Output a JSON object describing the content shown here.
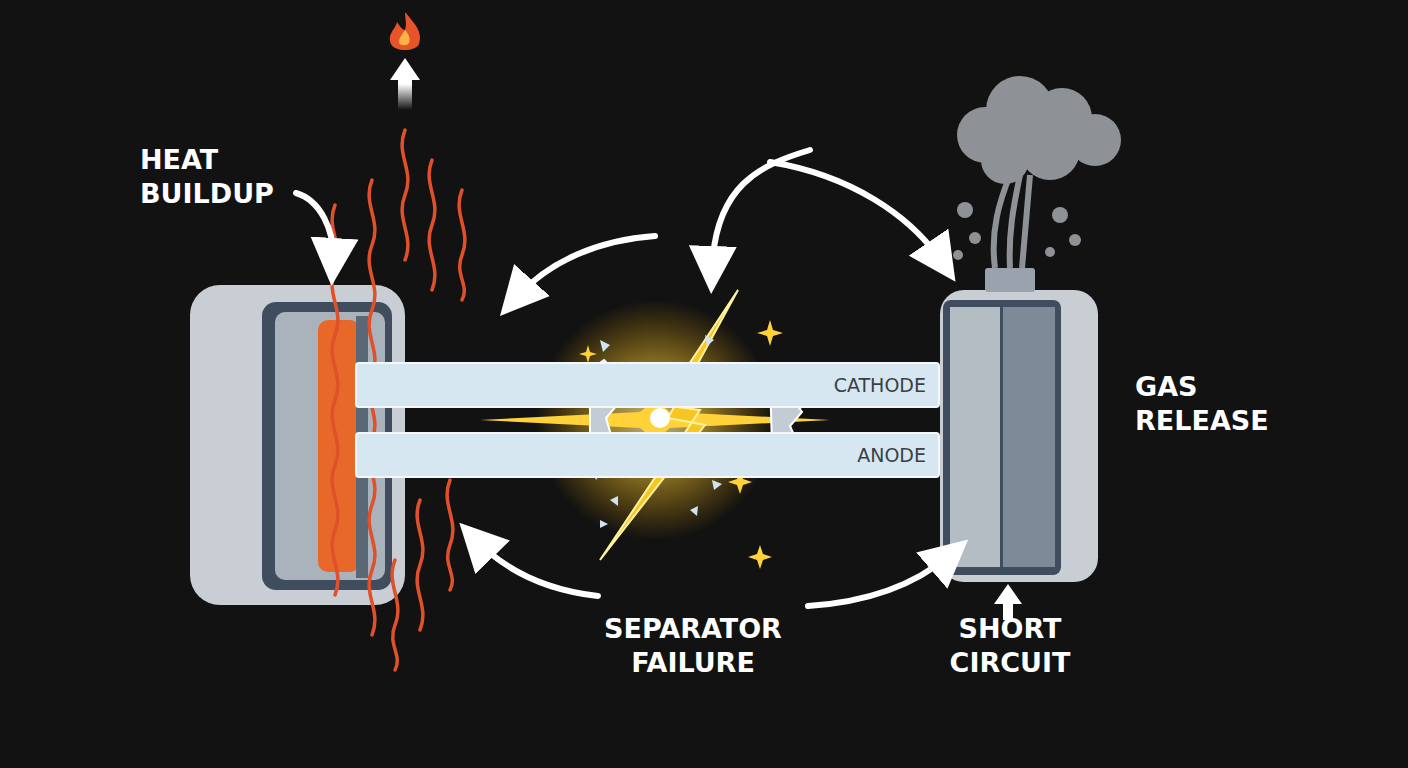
{
  "diagram": {
    "nodes": [
      {
        "text": [
          "CATHODE"
        ]
      },
      {
        "text": [
          "ANODE"
        ]
      }
    ],
    "labels": [
      "HEAT BUILDUP",
      "SEPARATOR FAILURE",
      "SHORT CIRCUIT",
      "GAS RELEASE"
    ]
  }
}
